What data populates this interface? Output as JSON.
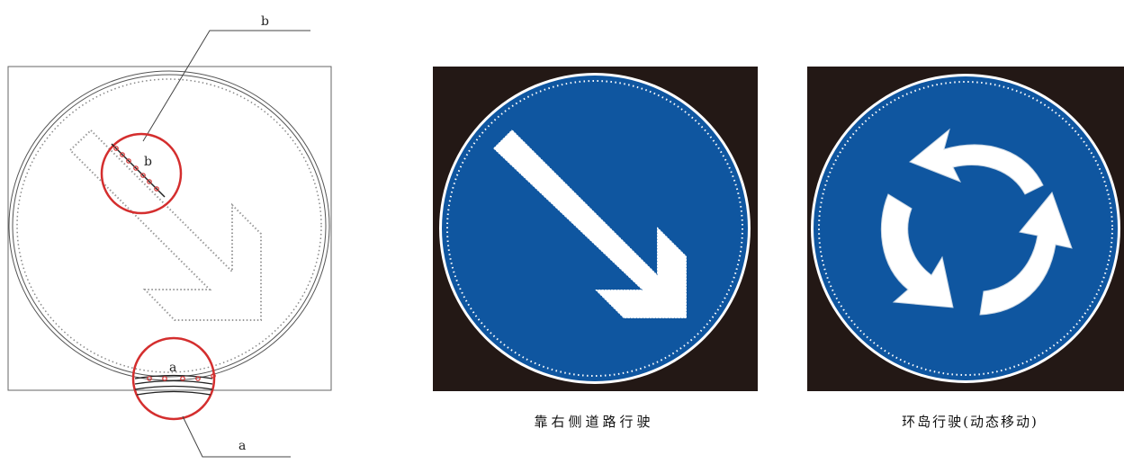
{
  "schematic": {
    "callout_b_label": "b",
    "callout_a_label": "a",
    "detail_b_label": "b",
    "detail_a_label": "a"
  },
  "signs": [
    {
      "caption": "靠右侧道路行驶"
    },
    {
      "caption": "环岛行驶(动态移动)"
    }
  ],
  "colors": {
    "sign_blue": "#0f56a0",
    "background_dark": "#231815",
    "detail_circle_red": "#d42e2e",
    "led_dot": "#ffffff"
  }
}
